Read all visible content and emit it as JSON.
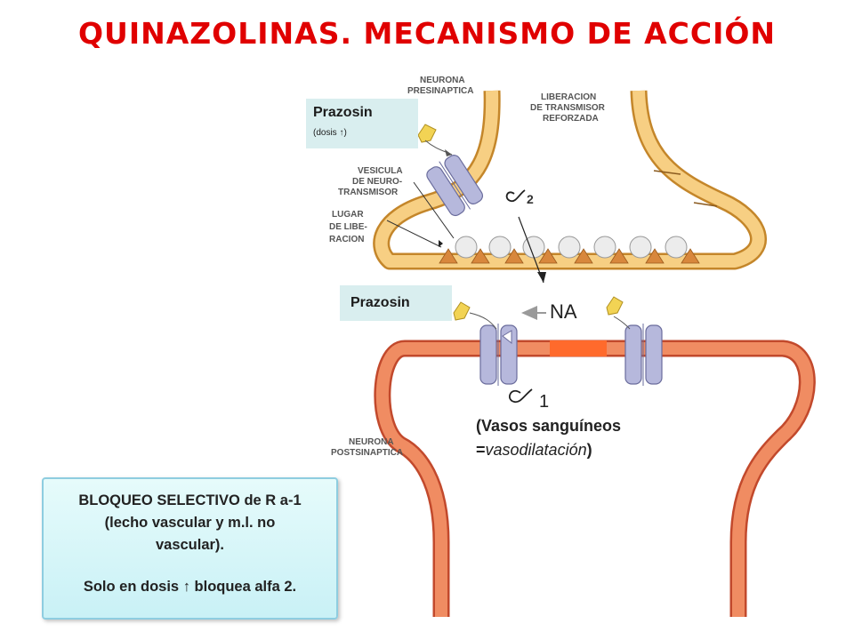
{
  "title": "Quinazolinas. Mecanismo de acción",
  "prazosin_top": {
    "name": "Prazosin",
    "note": "(dosis ↑)"
  },
  "prazosin_bottom": {
    "name": "Prazosin"
  },
  "labels": {
    "neurona_pre_1": "NEURONA",
    "neurona_pre_2": "PRESINAPTICA",
    "liberacion_1": "LIBERACION",
    "liberacion_2": "DE TRANSMISOR",
    "liberacion_3": "REFORZADA",
    "vesicula_1": "VESICULA",
    "vesicula_2": "DE NEURO-",
    "vesicula_3": "TRANSMISOR",
    "lugar_1": "LUGAR",
    "lugar_2": "DE LIBE-",
    "lugar_3": "RACION",
    "alpha2": "2",
    "na": "NA",
    "alpha1": "1",
    "neurona_post_1": "NEURONA",
    "neurona_post_2": "POSTSINAPTICA"
  },
  "vasos": {
    "line1": "(Vasos sanguíneos",
    "line2_prefix": "=",
    "line2_italic": "vasodilatación",
    "line2_suffix": ")"
  },
  "infobox": {
    "line1": "BLOQUEO SELECTIVO de R a-1",
    "line2": "(lecho vascular y m.l. no",
    "line3": "vascular).",
    "line4": "Solo en dosis ↑ bloquea alfa 2."
  },
  "colors": {
    "title": "#e00000",
    "pre_neuron": "#f5c77a",
    "post_neuron": "#ef8a5e",
    "receptor": "#b6b8dc",
    "drug": "#f2d354"
  }
}
